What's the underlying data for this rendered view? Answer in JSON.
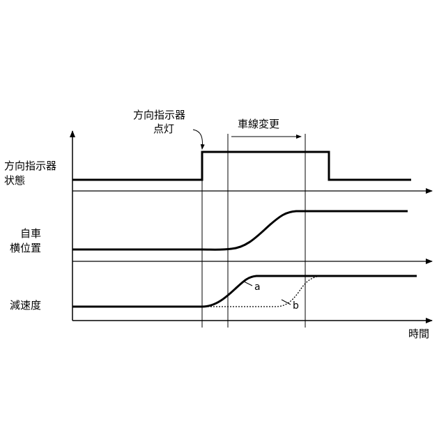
{
  "labels": {
    "turn_signal_state": [
      "方向指示器",
      "状態"
    ],
    "lateral_position": [
      "自車",
      "横位置"
    ],
    "deceleration": "減速度",
    "time": "時間",
    "turn_signal_on": [
      "方向指示器",
      "点灯"
    ],
    "lane_change": "車線変更",
    "curve_a": "a",
    "curve_b": "b"
  }
}
